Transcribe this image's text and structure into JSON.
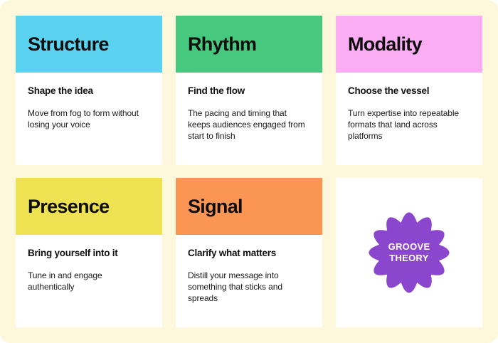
{
  "board": {
    "background_color": "#fdf8dc",
    "page_color": "#ffffff",
    "corner_radius": "14px"
  },
  "cards": [
    {
      "title": "Structure",
      "subtitle": "Shape the idea",
      "description": "Move from fog to form without losing your voice",
      "band_color": "#5bd3f0"
    },
    {
      "title": "Rhythm",
      "subtitle": "Find the flow",
      "description": "The pacing and timing that keeps audiences engaged from start to finish",
      "band_color": "#46c97f"
    },
    {
      "title": "Modality",
      "subtitle": "Choose the vessel",
      "description": "Turn expertise into repeatable formats that land across platforms",
      "band_color": "#faadf3"
    },
    {
      "title": "Presence",
      "subtitle": "Bring yourself into it",
      "description": "Tune in and engage authentically",
      "band_color": "#efe252"
    },
    {
      "title": "Signal",
      "subtitle": "Clarify what matters",
      "description": "Distill your message into something that sticks and spreads",
      "band_color": "#fb9553"
    }
  ],
  "badge": {
    "line1": "GROOVE",
    "line2": "THEORY",
    "color": "#8b46ce",
    "text_color": "#ffffff",
    "shape": "starburst-12-point"
  }
}
